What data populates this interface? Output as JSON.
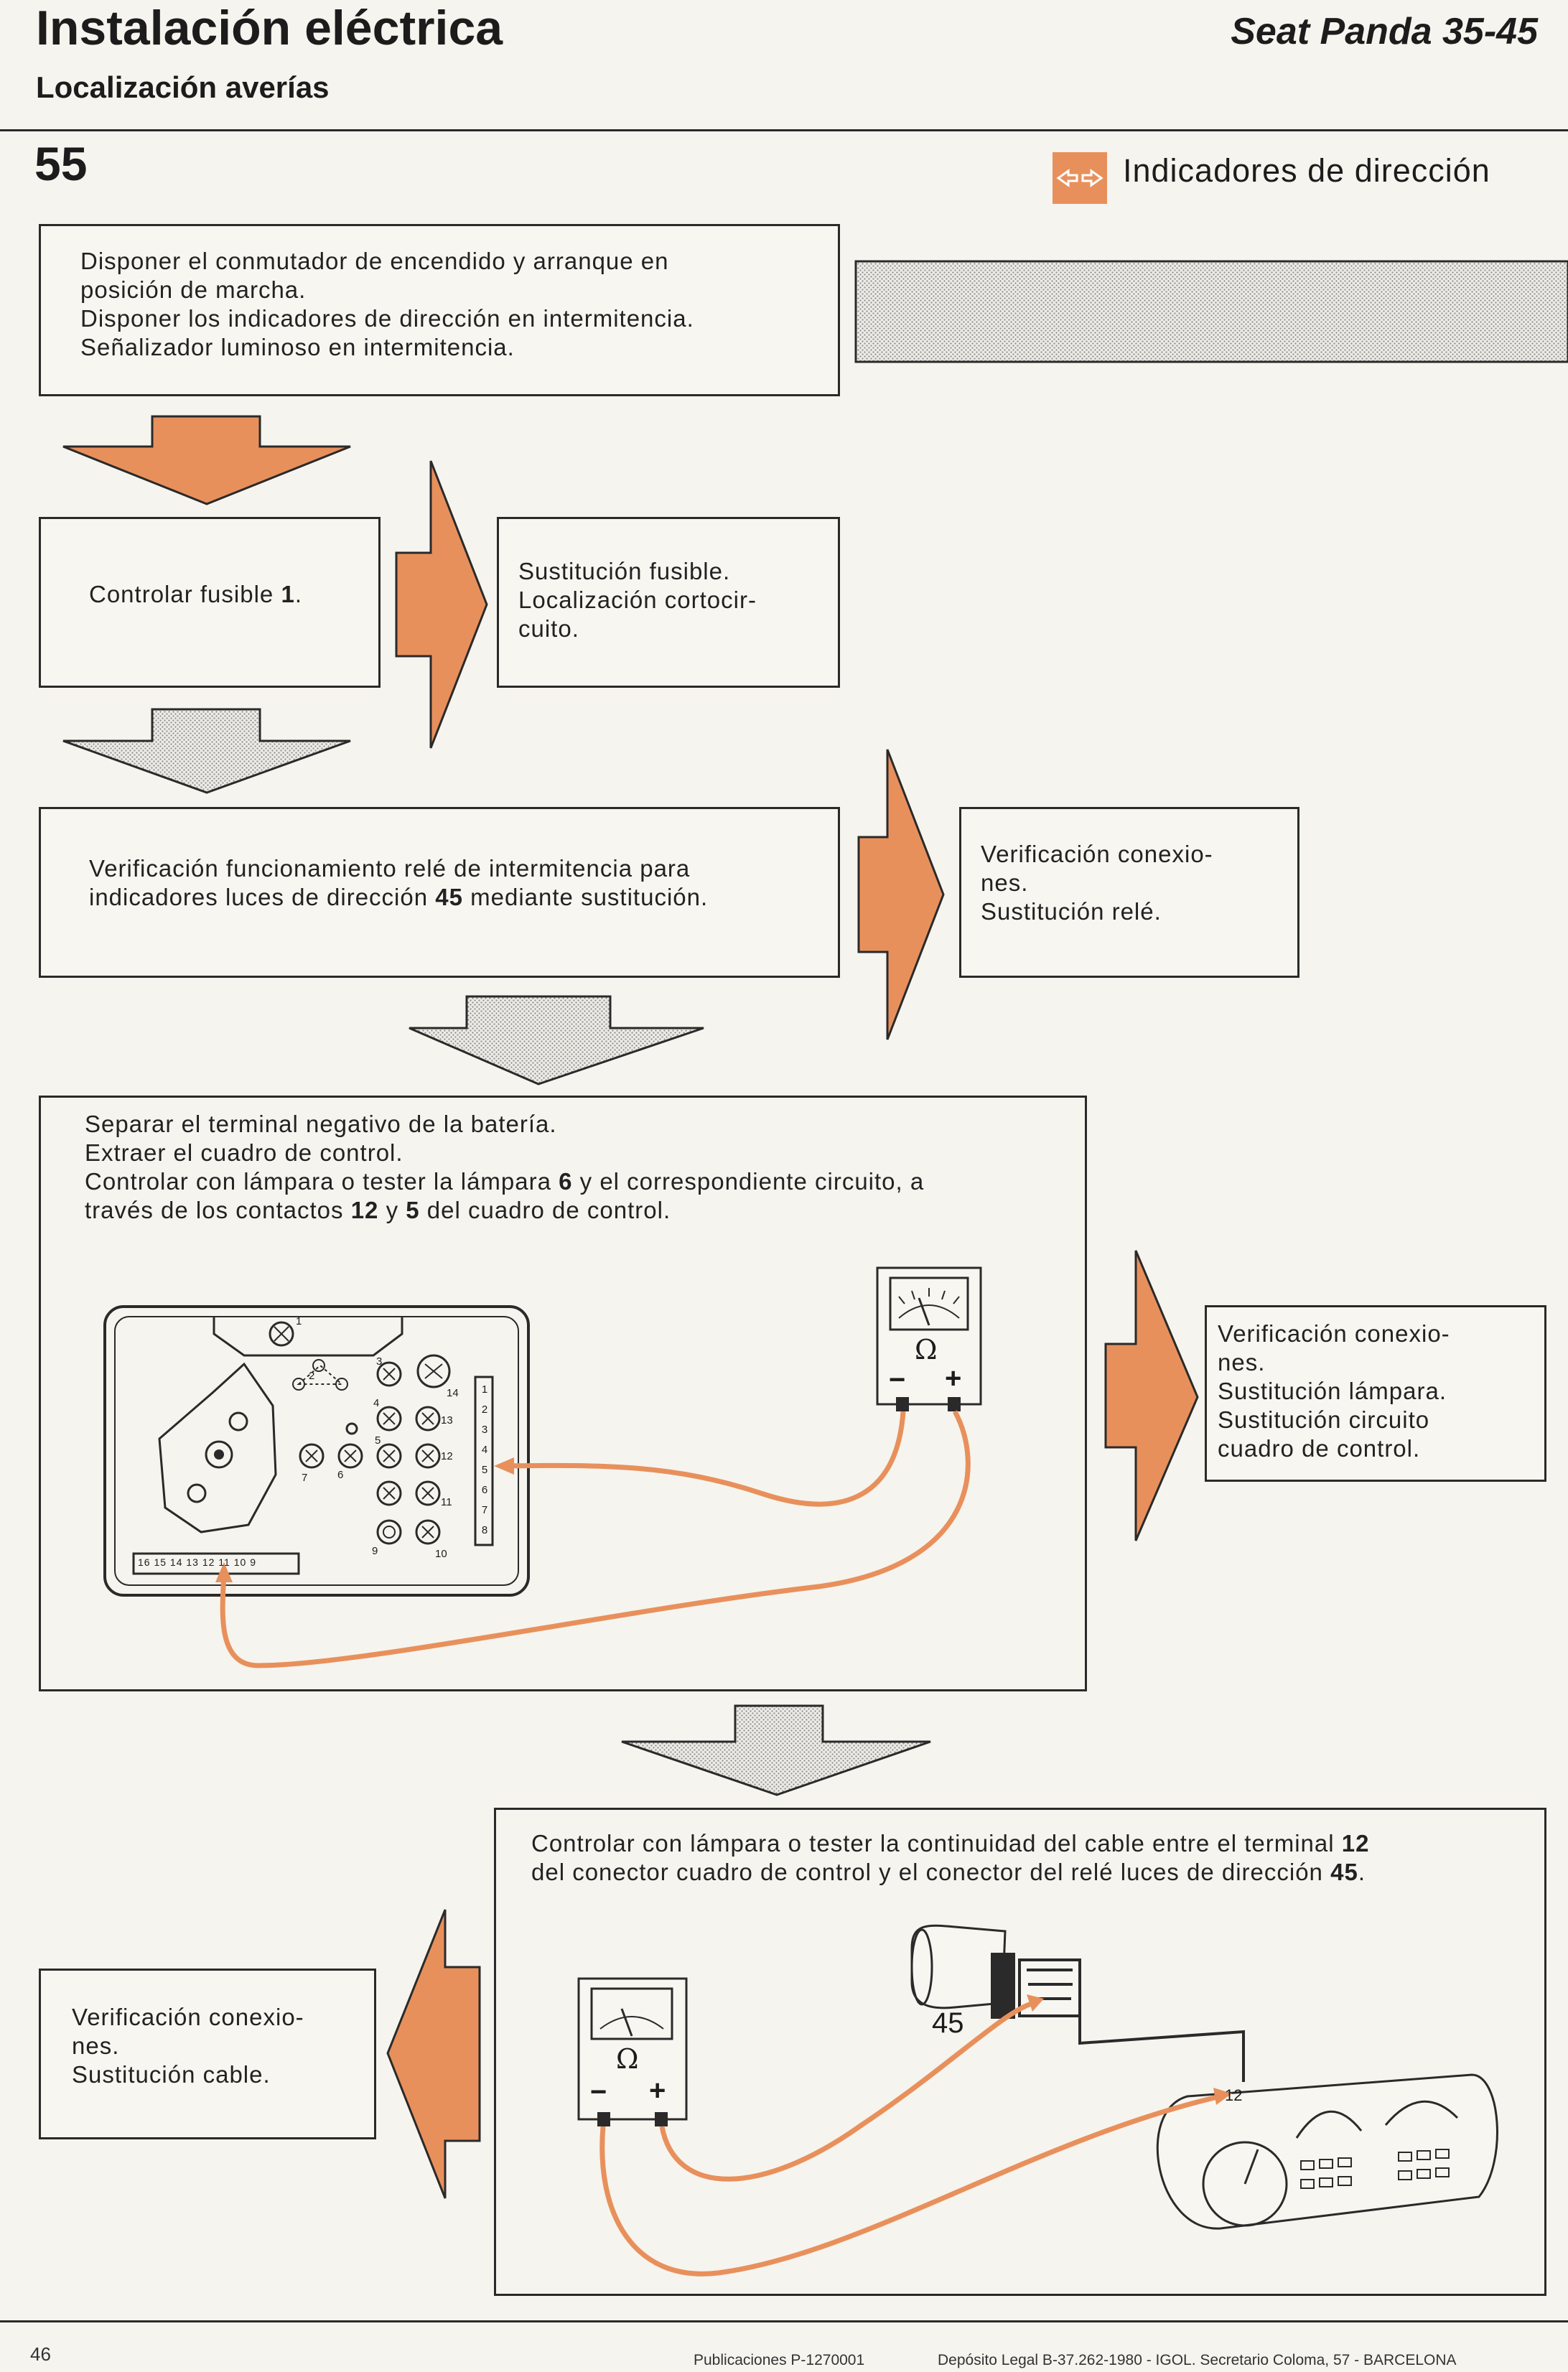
{
  "header": {
    "title": "Instalación eléctrica",
    "subtitle": "Localización averías",
    "vehicle": "Seat Panda 35-45",
    "page_section_number": "55",
    "section_title": "Indicadores de dirección",
    "section_icon": "turn-signal-arrows-icon"
  },
  "steps": {
    "step1": {
      "lines": [
        "Disponer el conmutador de encendido y arranque en",
        "posición de marcha.",
        "Disponer los indicadores de dirección en intermitencia.",
        "Señalizador luminoso en intermitencia."
      ]
    },
    "step2": {
      "text": "Controlar fusible ",
      "bold": "1",
      "suffix": "."
    },
    "step2_fail": {
      "lines": [
        "Sustitución fusible.",
        "Localización cortocir-",
        "cuito."
      ]
    },
    "step3": {
      "line1": "Verificación funcionamiento relé de intermitencia para",
      "line2_pre": "indicadores luces de dirección ",
      "line2_bold": "45",
      "line2_post": " mediante sustitución."
    },
    "step3_fail": {
      "lines": [
        "Verificación conexio-",
        "nes.",
        "Sustitución relé."
      ]
    },
    "step4": {
      "line1": "Separar el terminal negativo de la batería.",
      "line2": "Extraer el cuadro de control.",
      "line3_pre": "Controlar con lámpara o tester la lámpara ",
      "line3_bold": "6",
      "line3_post": " y el correspondiente circuito, a",
      "line4_pre": "través de los contactos ",
      "line4_bold1": "12",
      "line4_mid": " y ",
      "line4_bold2": "5",
      "line4_post": " del cuadro de control."
    },
    "step4_fail": {
      "lines": [
        "Verificación conexio-",
        "nes.",
        "Sustitución lámpara.",
        "Sustitución circuito",
        "cuadro de control."
      ]
    },
    "step5": {
      "line1_pre": "Controlar con lámpara o tester la continuidad del cable entre el terminal ",
      "line1_bold": "12",
      "line2_pre": "del conector cuadro de control y el conector del relé luces de dirección ",
      "line2_bold": "45",
      "line2_post": "."
    },
    "step5_fail": {
      "lines": [
        "Verificación conexio-",
        "nes.",
        "Sustitución cable."
      ]
    }
  },
  "diagram1": {
    "tester_symbol": "Ω",
    "tester_minus": "−",
    "tester_plus": "+",
    "panel_numbers": {
      "n1": "1",
      "n2": "2",
      "n3": "3",
      "n4": "4",
      "n5": "5",
      "n6": "6",
      "n7": "7",
      "n9": "9",
      "n10": "10",
      "n11": "11",
      "n12": "12",
      "n13": "13",
      "n14": "14"
    },
    "right_strip": [
      "1",
      "2",
      "3",
      "4",
      "5",
      "6",
      "7",
      "8"
    ],
    "bottom_strip": "16 15 14 13 12 11 10 9"
  },
  "diagram2": {
    "tester_symbol": "Ω",
    "tester_minus": "−",
    "tester_plus": "+",
    "relay_label": "45",
    "terminal_label": "12"
  },
  "footer": {
    "page_number": "46",
    "publication": "Publicaciones P-1270001",
    "legal": "Depósito Legal B-37.262-1980 - IGOL. Secretario Coloma, 57 - BARCELONA"
  },
  "colors": {
    "arrow_orange": "#e8905c",
    "wire_orange": "#e8905c",
    "ink": "#2a2a2a",
    "paper": "#f6f4ee"
  }
}
